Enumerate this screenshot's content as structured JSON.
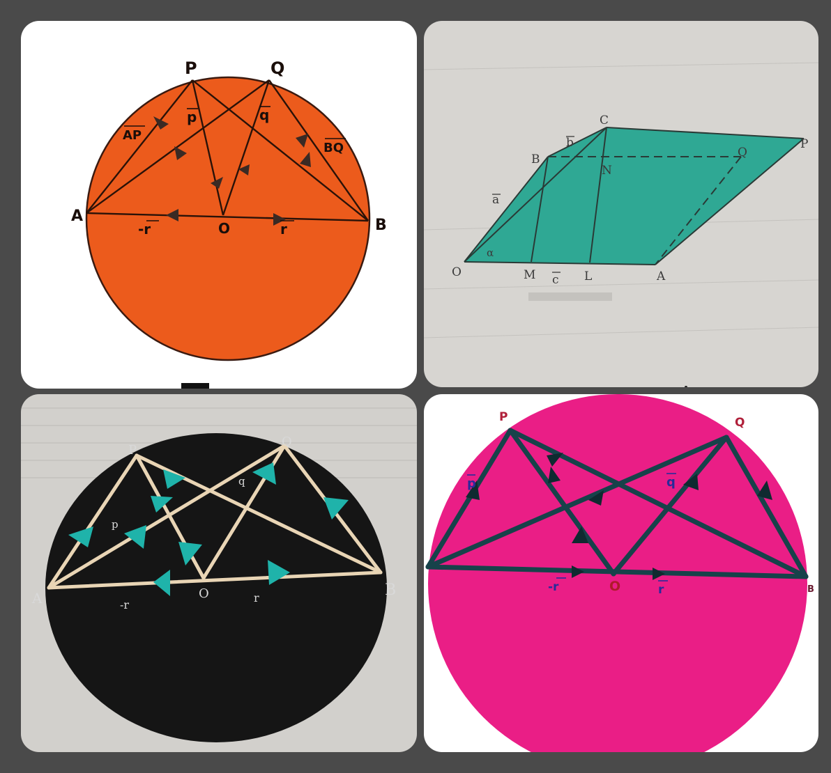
{
  "colors": {
    "frame": "#4a4a4a",
    "orange_disc": "#ec5b1c",
    "teal_fill": "#2fa894",
    "paper": "#d7d5d1",
    "black_disc": "#151515",
    "toothpick": "#e9d5b5",
    "arrow_teal": "#1fb3aa",
    "magenta_disc": "#ea1e86",
    "yarn": "#17424a"
  },
  "panel1": {
    "labels": {
      "A": "A",
      "B": "B",
      "P": "P",
      "Q": "Q",
      "O": "O",
      "ap": "AP",
      "p": "p",
      "q": "q",
      "bq": "BQ",
      "neg_r": "-r",
      "r": "r"
    }
  },
  "panel2": {
    "labels": {
      "O": "O",
      "A": "A",
      "B": "B",
      "C": "C",
      "P": "P",
      "Q": "Q",
      "N": "N",
      "M": "M",
      "L": "L",
      "a": "a",
      "b": "b",
      "c": "c",
      "alpha": "α"
    }
  },
  "panel3": {
    "labels": {
      "A": "A",
      "B": "B",
      "P": "P",
      "Q": "Q",
      "O": "O",
      "p": "p",
      "q": "q",
      "neg_r": "-r",
      "r": "r"
    }
  },
  "panel4": {
    "labels": {
      "P": "P",
      "Q": "Q",
      "O": "O",
      "B": "B",
      "p": "p",
      "q": "q",
      "neg_r": "-r",
      "r": "r"
    }
  }
}
